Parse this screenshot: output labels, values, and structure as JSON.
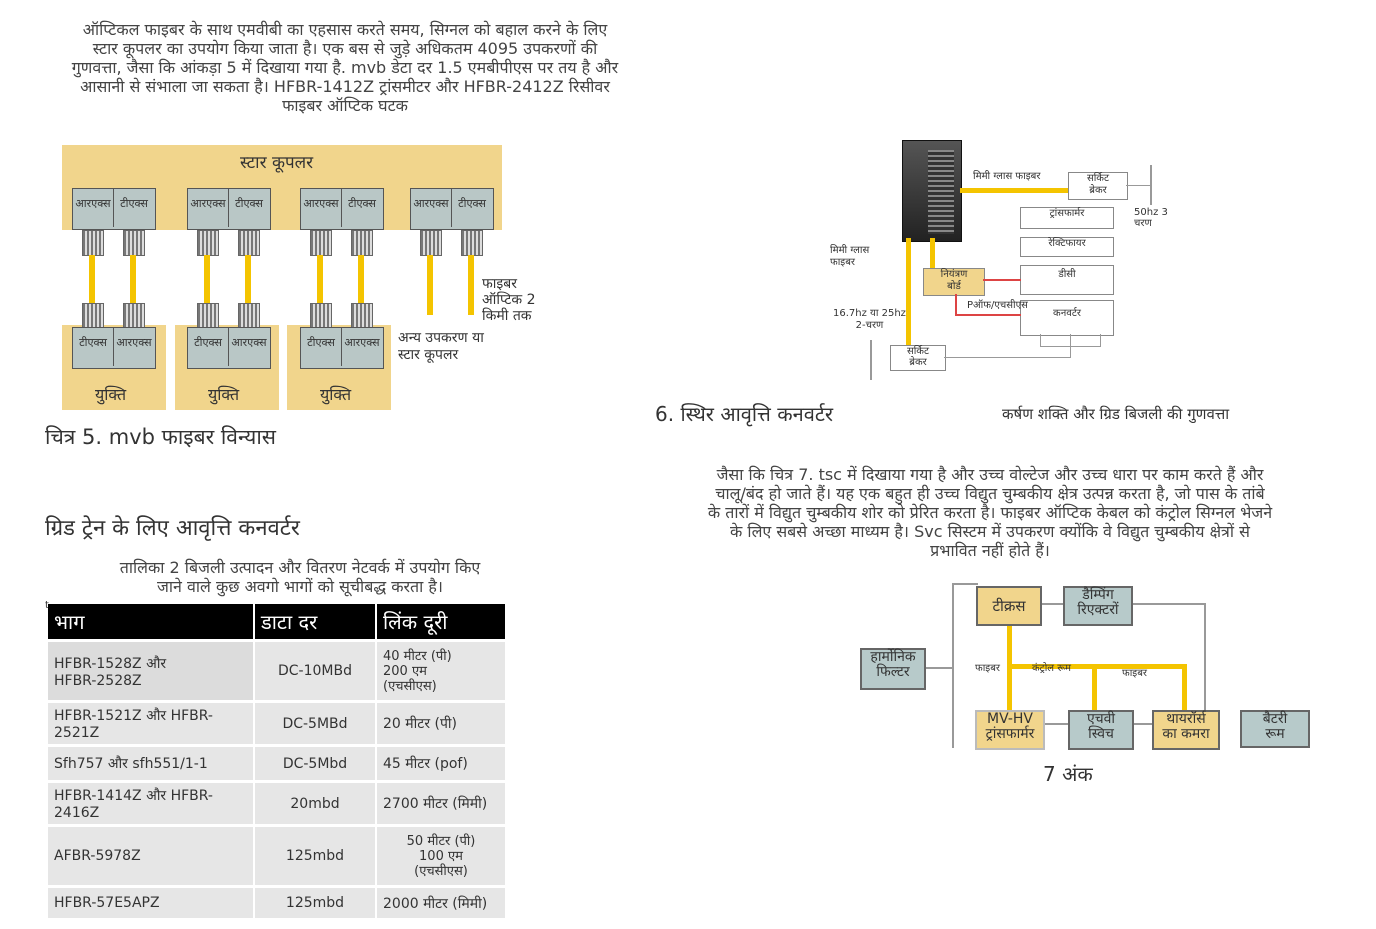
{
  "intro_paragraph": [
    "ऑप्टिकल फाइबर के साथ एमवीबी का एहसास करते समय, सिग्नल को बहाल करने के लिए",
    "स्टार कूपलर का उपयोग किया जाता है। एक बस से जुड़े अधिकतम 4095 उपकरणों की",
    "गुणवत्ता, जैसा कि आंकड़ा 5 में दिखाया गया है. mvb डेटा दर 1.5 एमबीपीएस पर तय है और",
    "आसानी से संभाला जा सकता है। HFBR-1412Z ट्रांसमीटर और HFBR-2412Z रिसीवर",
    "फाइबर ऑप्टिक घटक"
  ],
  "figure5": {
    "star_coupler_label": "स्टार कूपलर",
    "rx_label": "आरएक्स",
    "tx_label": "टीएक्स",
    "device_label": "युक्ति",
    "fiber_note": [
      "फाइबर",
      "ऑप्टिक 2",
      "किमी तक"
    ],
    "other_note": [
      "अन्य उपकरण या",
      "स्टार कूपलर"
    ],
    "caption": "चित्र 5. mvb फाइबर विन्यास"
  },
  "section_heading": "ग्रिड ट्रेन के लिए आवृत्ति कनवर्टर",
  "table_intro": [
    "तालिका 2 बिजली उत्पादन और वितरण नेटवर्क में उपयोग किए",
    "जाने वाले कुछ अवगो भागों को सूचीबद्ध करता है।"
  ],
  "table_corner_mark": "t",
  "table": {
    "headers": [
      "भाग",
      "डाटा दर",
      "लिंक दूरी"
    ],
    "rows": [
      {
        "part": [
          "HFBR-1528Z और",
          "HFBR-2528Z"
        ],
        "rate": "DC-10MBd",
        "dist": [
          "40 मीटर (पी)",
          "200 एम",
          "(एचसीएस)"
        ]
      },
      {
        "part": [
          "HFBR-1521Z और HFBR-2521Z"
        ],
        "rate": "DC-5MBd",
        "dist": [
          "20 मीटर (पी)"
        ]
      },
      {
        "part": [
          "Sfh757 और sfh551/1-1"
        ],
        "rate": "DC-5Mbd",
        "dist": [
          "45 मीटर (pof)"
        ]
      },
      {
        "part": [
          "HFBR-1414Z और HFBR-2416Z"
        ],
        "rate": "20mbd",
        "dist": [
          "2700 मीटर (मिमी)"
        ]
      },
      {
        "part": [
          "AFBR-5978Z"
        ],
        "rate": "125mbd",
        "dist": [
          "50 मीटर (पी)",
          "100 एम",
          "(एचसीएस)"
        ]
      },
      {
        "part": [
          "HFBR-57E5APZ"
        ],
        "rate": "125mbd",
        "dist": [
          "2000 मीटर (मिमी)"
        ]
      }
    ]
  },
  "figure6": {
    "fiber_top": "मिमी ग्लास फाइबर",
    "circuit_breaker_top": [
      "सर्किट",
      "ब्रेकर"
    ],
    "hz50": [
      "50hz 3",
      "चरण"
    ],
    "transformer": "ट्रांसफार्मर",
    "rectifier": "रेक्टिफायर",
    "dc": "डीसी",
    "converter": "कनवर्टर",
    "control_board": [
      "नियंत्रण",
      "बोर्ड"
    ],
    "pon_label": "Pऑफ/एचसीएस",
    "fiber_left": [
      "मिमी ग्लास",
      "फाइबर"
    ],
    "hz16": [
      "16.7hz या 25hz",
      "2-चरण"
    ],
    "circuit_breaker_bottom": [
      "सर्किट",
      "ब्रेकर"
    ],
    "caption": "6. स्थिर आवृत्ति कनवर्टर",
    "caption_right": "कर्षण शक्ति और ग्रिड बिजली की गुणवत्ता"
  },
  "para2": [
    "जैसा कि चित्र 7. tsc में दिखाया गया है और उच्च वोल्टेज और उच्च धारा पर काम करते हैं और",
    "चालू/बंद हो जाते हैं। यह एक बहुत ही उच्च विद्युत चुम्बकीय क्षेत्र उत्पन्न करता है, जो पास के तांबे",
    "के तारों में विद्युत चुम्बकीय शोर को प्रेरित करता है। फाइबर ऑप्टिक केबल को कंट्रोल सिग्नल भेजने",
    "के लिए सबसे अच्छा माध्यम है। Svc सिस्टम में उपकरण क्योंकि वे विद्युत चुम्बकीय क्षेत्रों से",
    "प्रभावित नहीं होते हैं।"
  ],
  "figure7": {
    "tcr": "टीक्रस",
    "damping": [
      "डैम्पिंग",
      "रिएक्टरों"
    ],
    "harmonic": [
      "हार्मोनिक",
      "फिल्टर"
    ],
    "fiber1": "फाइबर",
    "control_room": "कंट्रोल रूम",
    "fiber2": "फाइबर",
    "mvhv": [
      "MV-HV",
      "ट्रांसफार्मर"
    ],
    "hv_switch": [
      "एचवी",
      "स्विच"
    ],
    "thyristor": [
      "थायरॉर्स",
      "का कमरा"
    ],
    "battery": [
      "बैटरी",
      "रूम"
    ],
    "caption": "7 अंक"
  }
}
